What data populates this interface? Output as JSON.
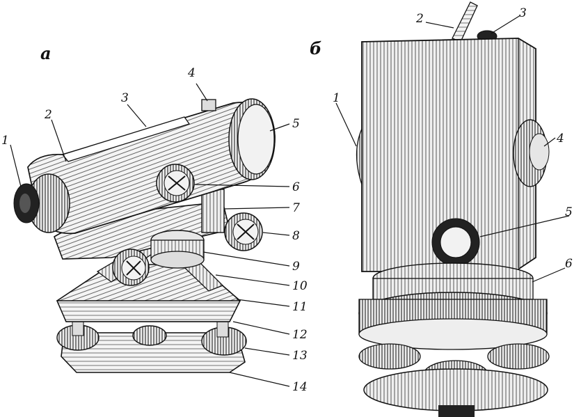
{
  "panels": {
    "a": {
      "letter": "а"
    },
    "b": {
      "letter": "б"
    }
  },
  "labels_a": [
    "1",
    "2",
    "3",
    "4",
    "5",
    "6",
    "7",
    "8",
    "9",
    "10",
    "11",
    "12",
    "13",
    "14"
  ],
  "labels_b": [
    "1",
    "2",
    "3",
    "4",
    "5",
    "6"
  ],
  "colors": {
    "ink": "#111111",
    "paper": "#ffffff",
    "shade": "#d9d9d9"
  }
}
